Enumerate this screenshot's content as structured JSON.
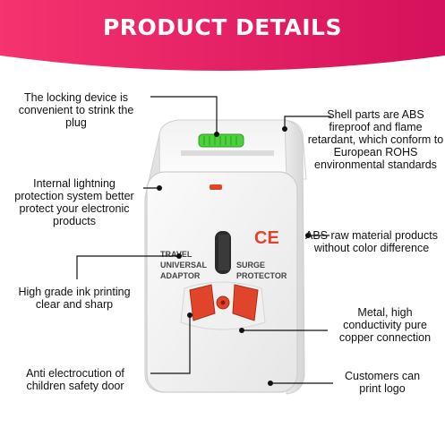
{
  "header": {
    "title": "PRODUCT DETAILS",
    "gradient_start": "#ff2f6e",
    "gradient_end": "#d3105a"
  },
  "adapter": {
    "label_line1": "TRAVEL",
    "label_line2": "UNIVERSAL",
    "label_line3": "ADAPTOR",
    "label_right1": "SURGE",
    "label_right2": "PROTECTOR",
    "mark": "CE",
    "body_color": "#f4f4f4",
    "socket_color": "#e0452b",
    "button_color": "#4cd13a"
  },
  "callouts": {
    "locking": "The locking device is convenient to strink the plug",
    "lightning": "Internal lightning protection system better protect your electronic products",
    "ink": "High grade ink printing clear and sharp",
    "electrocution": "Anti electrocution of children safety door",
    "shell": "Shell parts are ABS fireproof and flame retardant, which conform to European ROHS environmental standards",
    "abs": "ABS raw material products without color difference",
    "metal": "Metal, high conductivity pure copper connection",
    "logo": "Customers can print logo"
  }
}
